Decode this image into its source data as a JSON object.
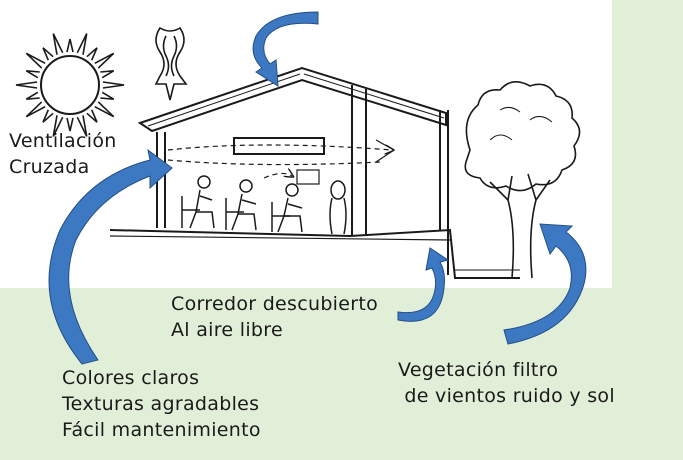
{
  "labels": {
    "ventilation": [
      "Ventilación",
      "Cruzada"
    ],
    "corridor": [
      "Corredor descubierto",
      "Al aire libre"
    ],
    "finishes": [
      "Colores claros",
      "Texturas agradables",
      "Fácil mantenimiento"
    ],
    "vegetation": [
      "Vegetación filtro",
      " de vientos ruido y sol"
    ]
  },
  "icons": {
    "sun": "sun-icon",
    "heat_arrow": "heat-down-arrow-icon",
    "airflow": "airflow-arrow-icon",
    "tree": "tree-icon"
  },
  "colors": {
    "background": "#e2efd8",
    "panel": "#ffffff",
    "arrow_fill": "#3d79c3",
    "arrow_edge": "#234e86",
    "sketch": "#1a1a1a"
  }
}
